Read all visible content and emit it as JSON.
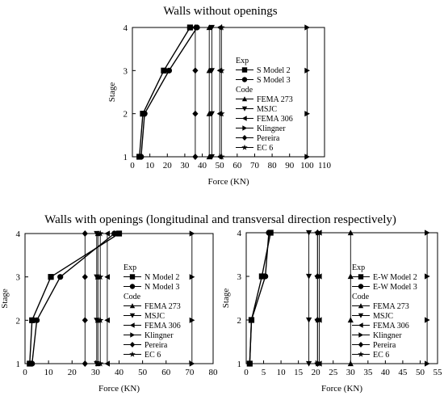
{
  "chart_data": [
    {
      "type": "line",
      "title": "Walls without openings",
      "xlabel": "Force (KN)",
      "ylabel": "Stage",
      "xlim": [
        0,
        110
      ],
      "ylim": [
        1,
        4
      ],
      "xticks": [
        "0",
        "10",
        "20",
        "30",
        "40",
        "50",
        "60",
        "70",
        "80",
        "90",
        "100",
        "110"
      ],
      "yticks": [
        "1",
        "2",
        "3",
        "4"
      ],
      "legend_position": "middle-right",
      "legend_headers": {
        "exp": "Exp",
        "code": "Code"
      },
      "series": [
        {
          "name": "S Model 2",
          "group": "Exp",
          "marker": "square",
          "x": [
            4,
            6,
            18,
            33
          ],
          "y": [
            1,
            2,
            3,
            4
          ]
        },
        {
          "name": "S Model 3",
          "group": "Exp",
          "marker": "circle",
          "x": [
            5,
            7,
            21,
            37
          ],
          "y": [
            1,
            2,
            3,
            4
          ]
        },
        {
          "name": "FEMA 273",
          "group": "Code",
          "marker": "triangle-up",
          "x": [
            44,
            44,
            44,
            44
          ],
          "y": [
            1,
            2,
            3,
            4
          ]
        },
        {
          "name": "MSJC",
          "group": "Code",
          "marker": "triangle-down",
          "x": [
            45.5,
            45.5,
            45.5,
            45.5
          ],
          "y": [
            1,
            2,
            3,
            4
          ]
        },
        {
          "name": "FEMA 306",
          "group": "Code",
          "marker": "triangle-left",
          "x": [
            50,
            50,
            50,
            50
          ],
          "y": [
            1,
            2,
            3,
            4
          ]
        },
        {
          "name": "Klingner",
          "group": "Code",
          "marker": "triangle-right",
          "x": [
            100,
            100,
            100,
            100
          ],
          "y": [
            1,
            2,
            3,
            4
          ]
        },
        {
          "name": "Pereira",
          "group": "Code",
          "marker": "diamond",
          "x": [
            36,
            36,
            36,
            36
          ],
          "y": [
            1,
            2,
            3,
            4
          ]
        },
        {
          "name": "EC 6",
          "group": "Code",
          "marker": "star",
          "x": [
            51,
            51,
            51,
            51
          ],
          "y": [
            1,
            2,
            3,
            4
          ]
        }
      ]
    },
    {
      "type": "line",
      "title": "Walls with openings (longitudinal and transversal direction respectively)",
      "xlabel": "Force (KN)",
      "ylabel": "Stage",
      "xlim": [
        0,
        80
      ],
      "ylim": [
        1,
        4
      ],
      "xticks": [
        "0",
        "10",
        "20",
        "30",
        "40",
        "50",
        "60",
        "70",
        "80"
      ],
      "yticks": [
        "1",
        "2",
        "3",
        "4"
      ],
      "legend_position": "lower-right",
      "legend_headers": {
        "exp": "Exp",
        "code": "Code"
      },
      "series": [
        {
          "name": "N Model 2",
          "group": "Exp",
          "marker": "square",
          "x": [
            2,
            3,
            11,
            40
          ],
          "y": [
            1,
            2,
            3,
            4
          ]
        },
        {
          "name": "N Model 3",
          "group": "Exp",
          "marker": "circle",
          "x": [
            3,
            5,
            15,
            38
          ],
          "y": [
            1,
            2,
            3,
            4
          ]
        },
        {
          "name": "FEMA 273",
          "group": "Code",
          "marker": "triangle-up",
          "x": [
            31,
            31,
            31,
            31
          ],
          "y": [
            1,
            2,
            3,
            4
          ]
        },
        {
          "name": "MSJC",
          "group": "Code",
          "marker": "triangle-down",
          "x": [
            30.5,
            30.5,
            30.5,
            30.5
          ],
          "y": [
            1,
            2,
            3,
            4
          ]
        },
        {
          "name": "FEMA 306",
          "group": "Code",
          "marker": "triangle-left",
          "x": [
            35,
            35,
            35,
            35
          ],
          "y": [
            1,
            2,
            3,
            4
          ]
        },
        {
          "name": "Klingner",
          "group": "Code",
          "marker": "triangle-right",
          "x": [
            71,
            71,
            71,
            71
          ],
          "y": [
            1,
            2,
            3,
            4
          ]
        },
        {
          "name": "Pereira",
          "group": "Code",
          "marker": "diamond",
          "x": [
            25.5,
            25.5,
            25.5,
            25.5
          ],
          "y": [
            1,
            2,
            3,
            4
          ]
        },
        {
          "name": "EC 6",
          "group": "Code",
          "marker": "star",
          "x": [
            32,
            32,
            32,
            32
          ],
          "y": [
            1,
            2,
            3,
            4
          ]
        }
      ]
    },
    {
      "type": "line",
      "title": "",
      "xlabel": "Force (KN)",
      "ylabel": "Stage",
      "xlim": [
        0,
        55
      ],
      "ylim": [
        1,
        4
      ],
      "xticks": [
        "0",
        "5",
        "10",
        "15",
        "20",
        "25",
        "30",
        "35",
        "40",
        "45",
        "50",
        "55"
      ],
      "yticks": [
        "1",
        "2",
        "3",
        "4"
      ],
      "legend_position": "lower-right",
      "legend_headers": {
        "exp": "Exp",
        "code": "Code"
      },
      "series": [
        {
          "name": "E-W Model 2",
          "group": "Exp",
          "marker": "square",
          "x": [
            1,
            1.5,
            4.5,
            7
          ],
          "y": [
            1,
            2,
            3,
            4
          ]
        },
        {
          "name": "E-W Model 3",
          "group": "Exp",
          "marker": "circle",
          "x": [
            1,
            1.5,
            5.5,
            6.5
          ],
          "y": [
            1,
            2,
            3,
            4
          ]
        },
        {
          "name": "FEMA 273",
          "group": "Code",
          "marker": "triangle-up",
          "x": [
            30,
            30,
            30,
            30
          ],
          "y": [
            1,
            2,
            3,
            4
          ]
        },
        {
          "name": "MSJC",
          "group": "Code",
          "marker": "triangle-down",
          "x": [
            18,
            18,
            18,
            18
          ],
          "y": [
            1,
            2,
            3,
            4
          ]
        },
        {
          "name": "FEMA 306",
          "group": "Code",
          "marker": "triangle-left",
          "x": [
            21,
            21,
            21,
            21
          ],
          "y": [
            1,
            2,
            3,
            4
          ]
        },
        {
          "name": "Klingner",
          "group": "Code",
          "marker": "triangle-right",
          "x": [
            52,
            52,
            52,
            52
          ],
          "y": [
            1,
            2,
            3,
            4
          ]
        },
        {
          "name": "Pereira",
          "group": "Code",
          "marker": "diamond",
          "x": [
            20.5,
            20.5,
            20.5,
            20.5
          ],
          "y": [
            1,
            2,
            3,
            4
          ]
        },
        {
          "name": "EC 6",
          "group": "Code",
          "marker": "star",
          "x": [
            20.5,
            20.5,
            20.5,
            20.5
          ],
          "y": [
            1,
            2,
            3,
            4
          ]
        }
      ]
    }
  ]
}
